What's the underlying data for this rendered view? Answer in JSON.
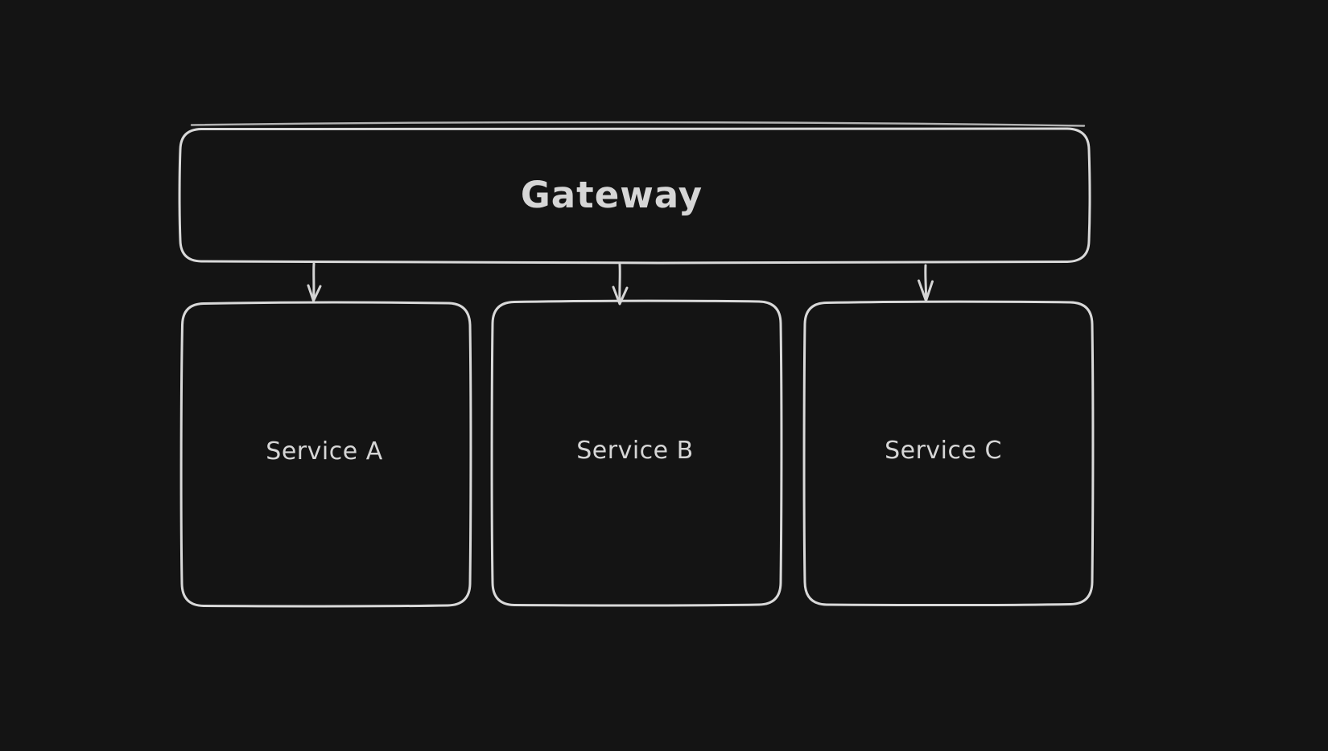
{
  "canvas": {
    "background_color": "#141414",
    "stroke_color": "#d9d9d9",
    "text_color": "#d6d6d6",
    "style": "hand-drawn"
  },
  "diagram": {
    "nodes": [
      {
        "id": "gateway",
        "label": "Gateway",
        "shape": "rounded-rectangle"
      },
      {
        "id": "service-a",
        "label": "Service A",
        "shape": "rounded-rectangle"
      },
      {
        "id": "service-b",
        "label": "Service B",
        "shape": "rounded-rectangle"
      },
      {
        "id": "service-c",
        "label": "Service C",
        "shape": "rounded-rectangle"
      }
    ],
    "edges": [
      {
        "from": "gateway",
        "to": "service-a",
        "type": "arrow",
        "direction": "down"
      },
      {
        "from": "gateway",
        "to": "service-b",
        "type": "arrow",
        "direction": "down"
      },
      {
        "from": "gateway",
        "to": "service-c",
        "type": "arrow",
        "direction": "down"
      }
    ]
  }
}
